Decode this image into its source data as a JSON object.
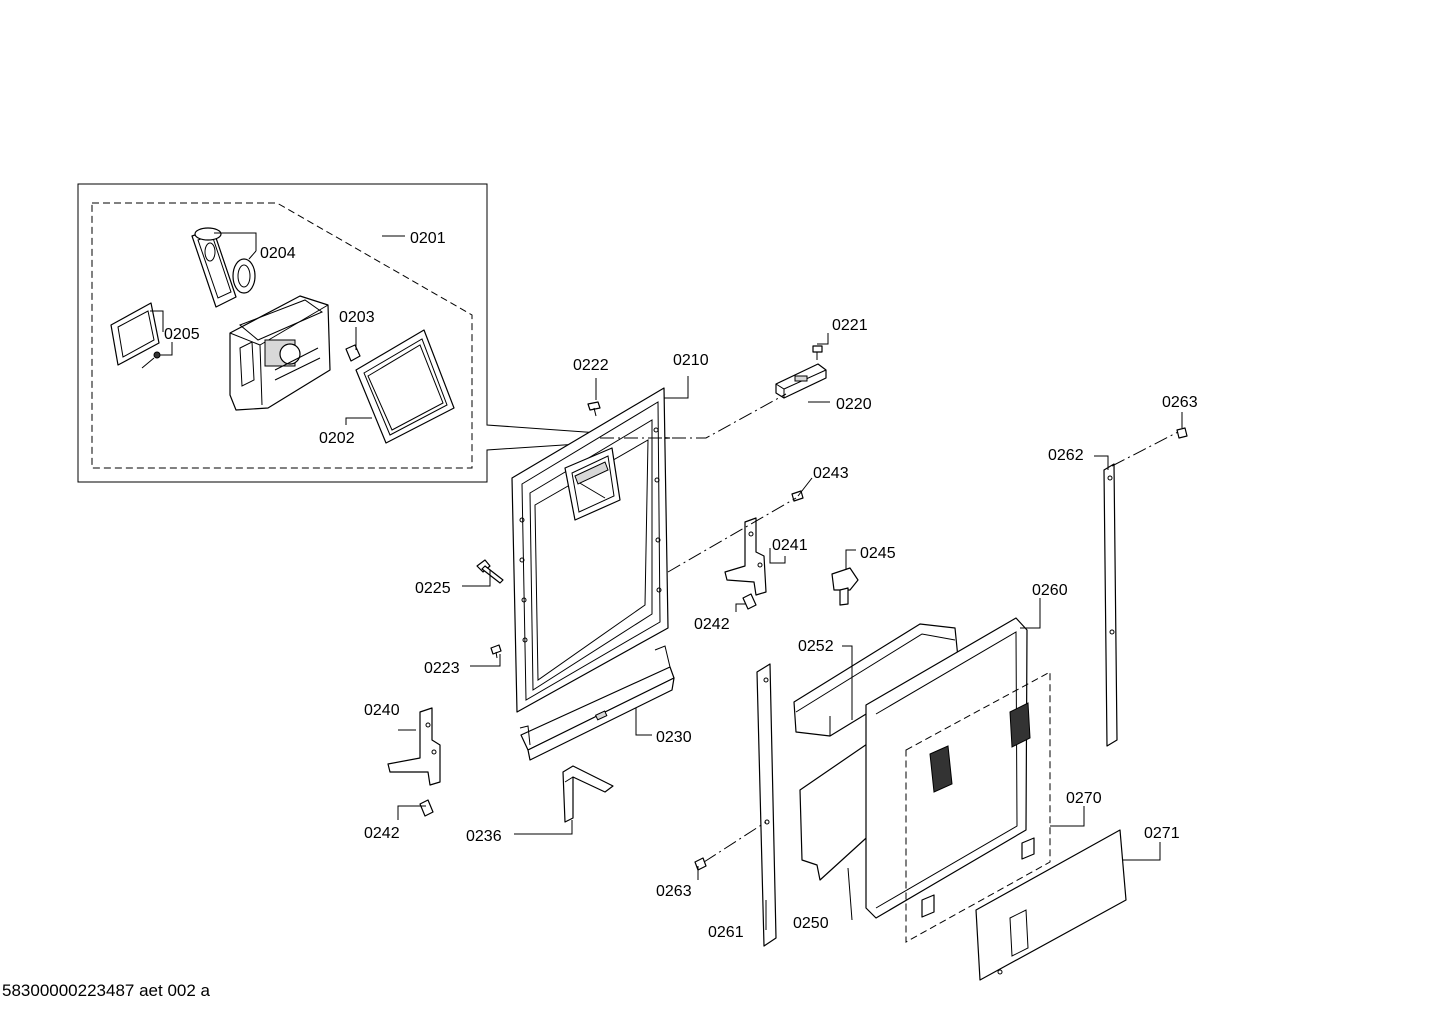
{
  "footer": "58300000223487 aet 002 a",
  "labels": {
    "p0201": "0201",
    "p0202": "0202",
    "p0203": "0203",
    "p0204": "0204",
    "p0205": "0205",
    "p0210": "0210",
    "p0220": "0220",
    "p0221": "0221",
    "p0222": "0222",
    "p0223": "0223",
    "p0225": "0225",
    "p0230": "0230",
    "p0236": "0236",
    "p0240": "0240",
    "p0241": "0241",
    "p0242a": "0242",
    "p0242b": "0242",
    "p0243": "0243",
    "p0245": "0245",
    "p0250": "0250",
    "p0252": "0252",
    "p0260": "0260",
    "p0261": "0261",
    "p0262": "0262",
    "p0263a": "0263",
    "p0263b": "0263",
    "p0270": "0270",
    "p0271": "0271"
  }
}
